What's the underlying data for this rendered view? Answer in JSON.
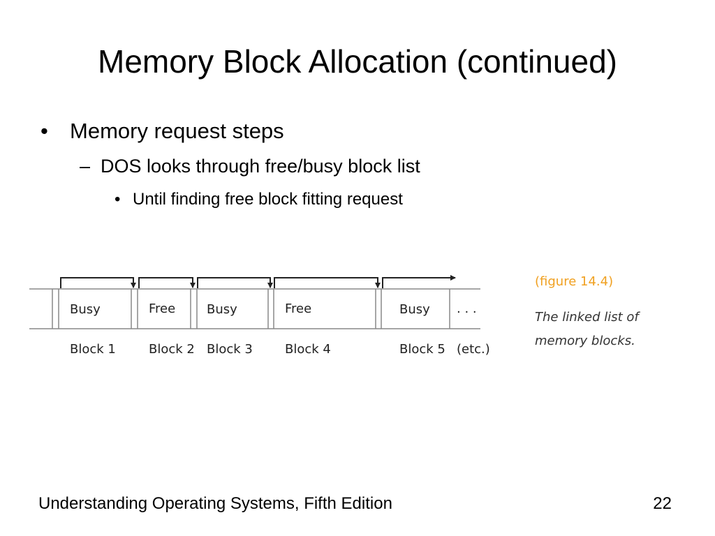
{
  "title": "Memory Block Allocation (continued)",
  "bullets": {
    "level1": "Memory request steps",
    "level2": "DOS looks through free/busy block list",
    "level3": "Until finding free block fitting request",
    "marker1": "•",
    "marker2": "–",
    "marker3": "•"
  },
  "figure": {
    "blocks": [
      {
        "status": "Busy",
        "label": "Block 1"
      },
      {
        "status": "Free",
        "label": "Block 2"
      },
      {
        "status": "Busy",
        "label": "Block 3"
      },
      {
        "status": "Free",
        "label": "Block 4"
      },
      {
        "status": "Busy",
        "label": "Block 5"
      }
    ],
    "ellipsis": ". . .",
    "etc_label": "(etc.)",
    "caption_number": "(figure 14.4)",
    "caption_text": "The linked list of memory blocks.",
    "caption_color": "#f0a020"
  },
  "footer": {
    "book_title": "Understanding Operating Systems, Fifth Edition",
    "page_number": "22"
  }
}
